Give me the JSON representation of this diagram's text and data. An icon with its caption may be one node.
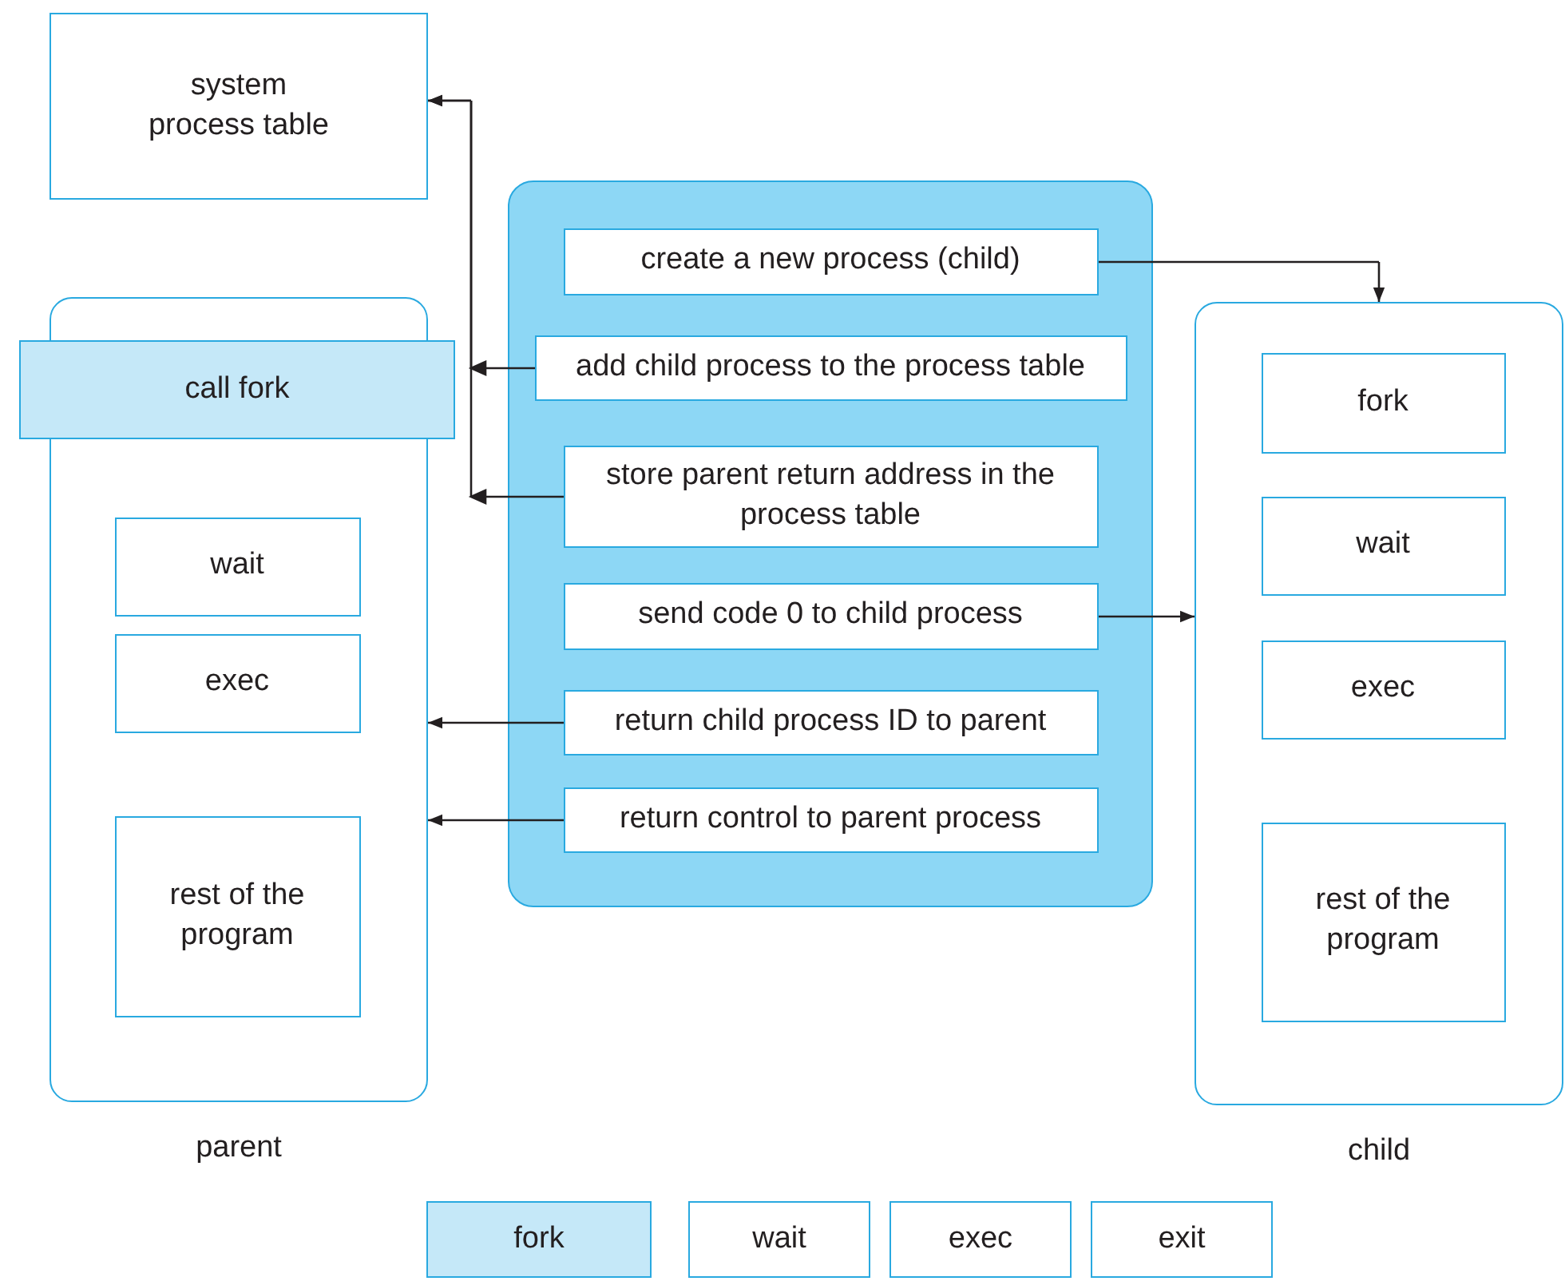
{
  "diagram": {
    "nodes": [
      {
        "text": [
          "system process table"
        ]
      },
      {
        "text": [
          "parent"
        ]
      },
      {
        "text": [
          "call fork"
        ]
      },
      {
        "text": [
          "wait"
        ],
        "in": 1
      },
      {
        "text": [
          "exec"
        ],
        "in": 1
      },
      {
        "text": [
          "rest of the program"
        ],
        "in": 1
      },
      {
        "text": [],
        "shape": "box"
      },
      {
        "text": [
          "create a new process (child)"
        ],
        "in": 6
      },
      {
        "text": [
          "add child process to the process table"
        ],
        "in": 6
      },
      {
        "text": [
          "store parent return address in the process table"
        ],
        "in": 6
      },
      {
        "text": [
          "send code 0 to child process"
        ],
        "in": 6
      },
      {
        "text": [
          "return child process ID to parent"
        ],
        "in": 6
      },
      {
        "text": [
          "return control to parent process"
        ],
        "in": 6
      },
      {
        "text": [
          "child"
        ]
      },
      {
        "text": [
          "fork"
        ],
        "in": 13
      },
      {
        "text": [
          "wait"
        ],
        "in": 13
      },
      {
        "text": [
          "exec"
        ],
        "in": 13
      },
      {
        "text": [
          "rest of the program"
        ],
        "in": 13
      }
    ],
    "edges": [
      {
        "from": 7,
        "to": 13,
        "arrow": "to"
      },
      {
        "from": 8,
        "to": 0,
        "arrow": "to"
      },
      {
        "from": 9,
        "to": 0,
        "arrow": "to"
      },
      {
        "from": 10,
        "to": 13,
        "arrow": "to"
      },
      {
        "from": 11,
        "to": 1,
        "arrow": "to"
      },
      {
        "from": 12,
        "to": 1,
        "arrow": "to"
      }
    ],
    "legend": [
      {
        "text": "fork",
        "color": "#c5e8f8"
      },
      {
        "text": "wait",
        "color": "#ffffff"
      },
      {
        "text": "exec",
        "color": "#ffffff"
      },
      {
        "text": "exit",
        "color": "#ffffff"
      }
    ]
  }
}
